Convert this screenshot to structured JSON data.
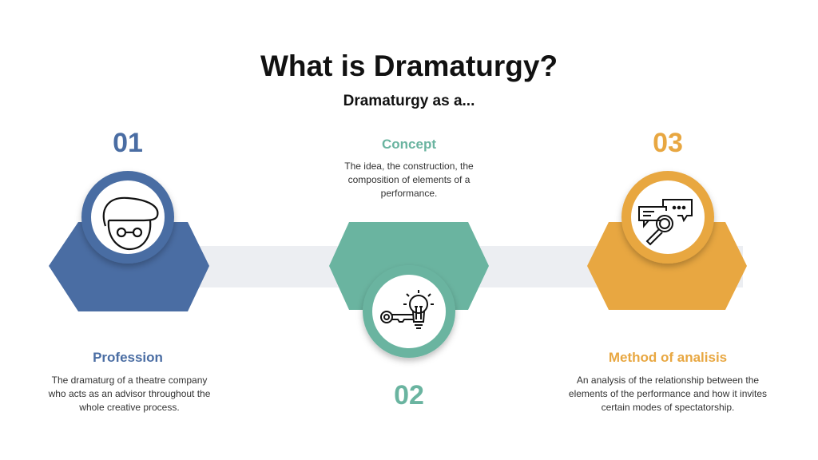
{
  "title": "What is Dramaturgy?",
  "subtitle": "Dramaturgy as a...",
  "colors": {
    "blue": "#4a6da3",
    "green": "#6ab4a0",
    "orange": "#e8a741",
    "band": "#eceef2"
  },
  "items": [
    {
      "number": "01",
      "heading": "Profession",
      "description": "The dramaturg of a theatre company who acts as an advisor throughout the whole creative process.",
      "icon": "dramaturg-beret-glasses-icon"
    },
    {
      "number": "02",
      "heading": "Concept",
      "description": "The idea, the construction, the composition of elements of a performance.",
      "icon": "key-lightbulb-icon"
    },
    {
      "number": "03",
      "heading": "Method of analisis",
      "description": "An analysis of the relationship between the elements of the performance and how it invites certain modes of spectatorship.",
      "icon": "chat-magnifier-icon"
    }
  ]
}
